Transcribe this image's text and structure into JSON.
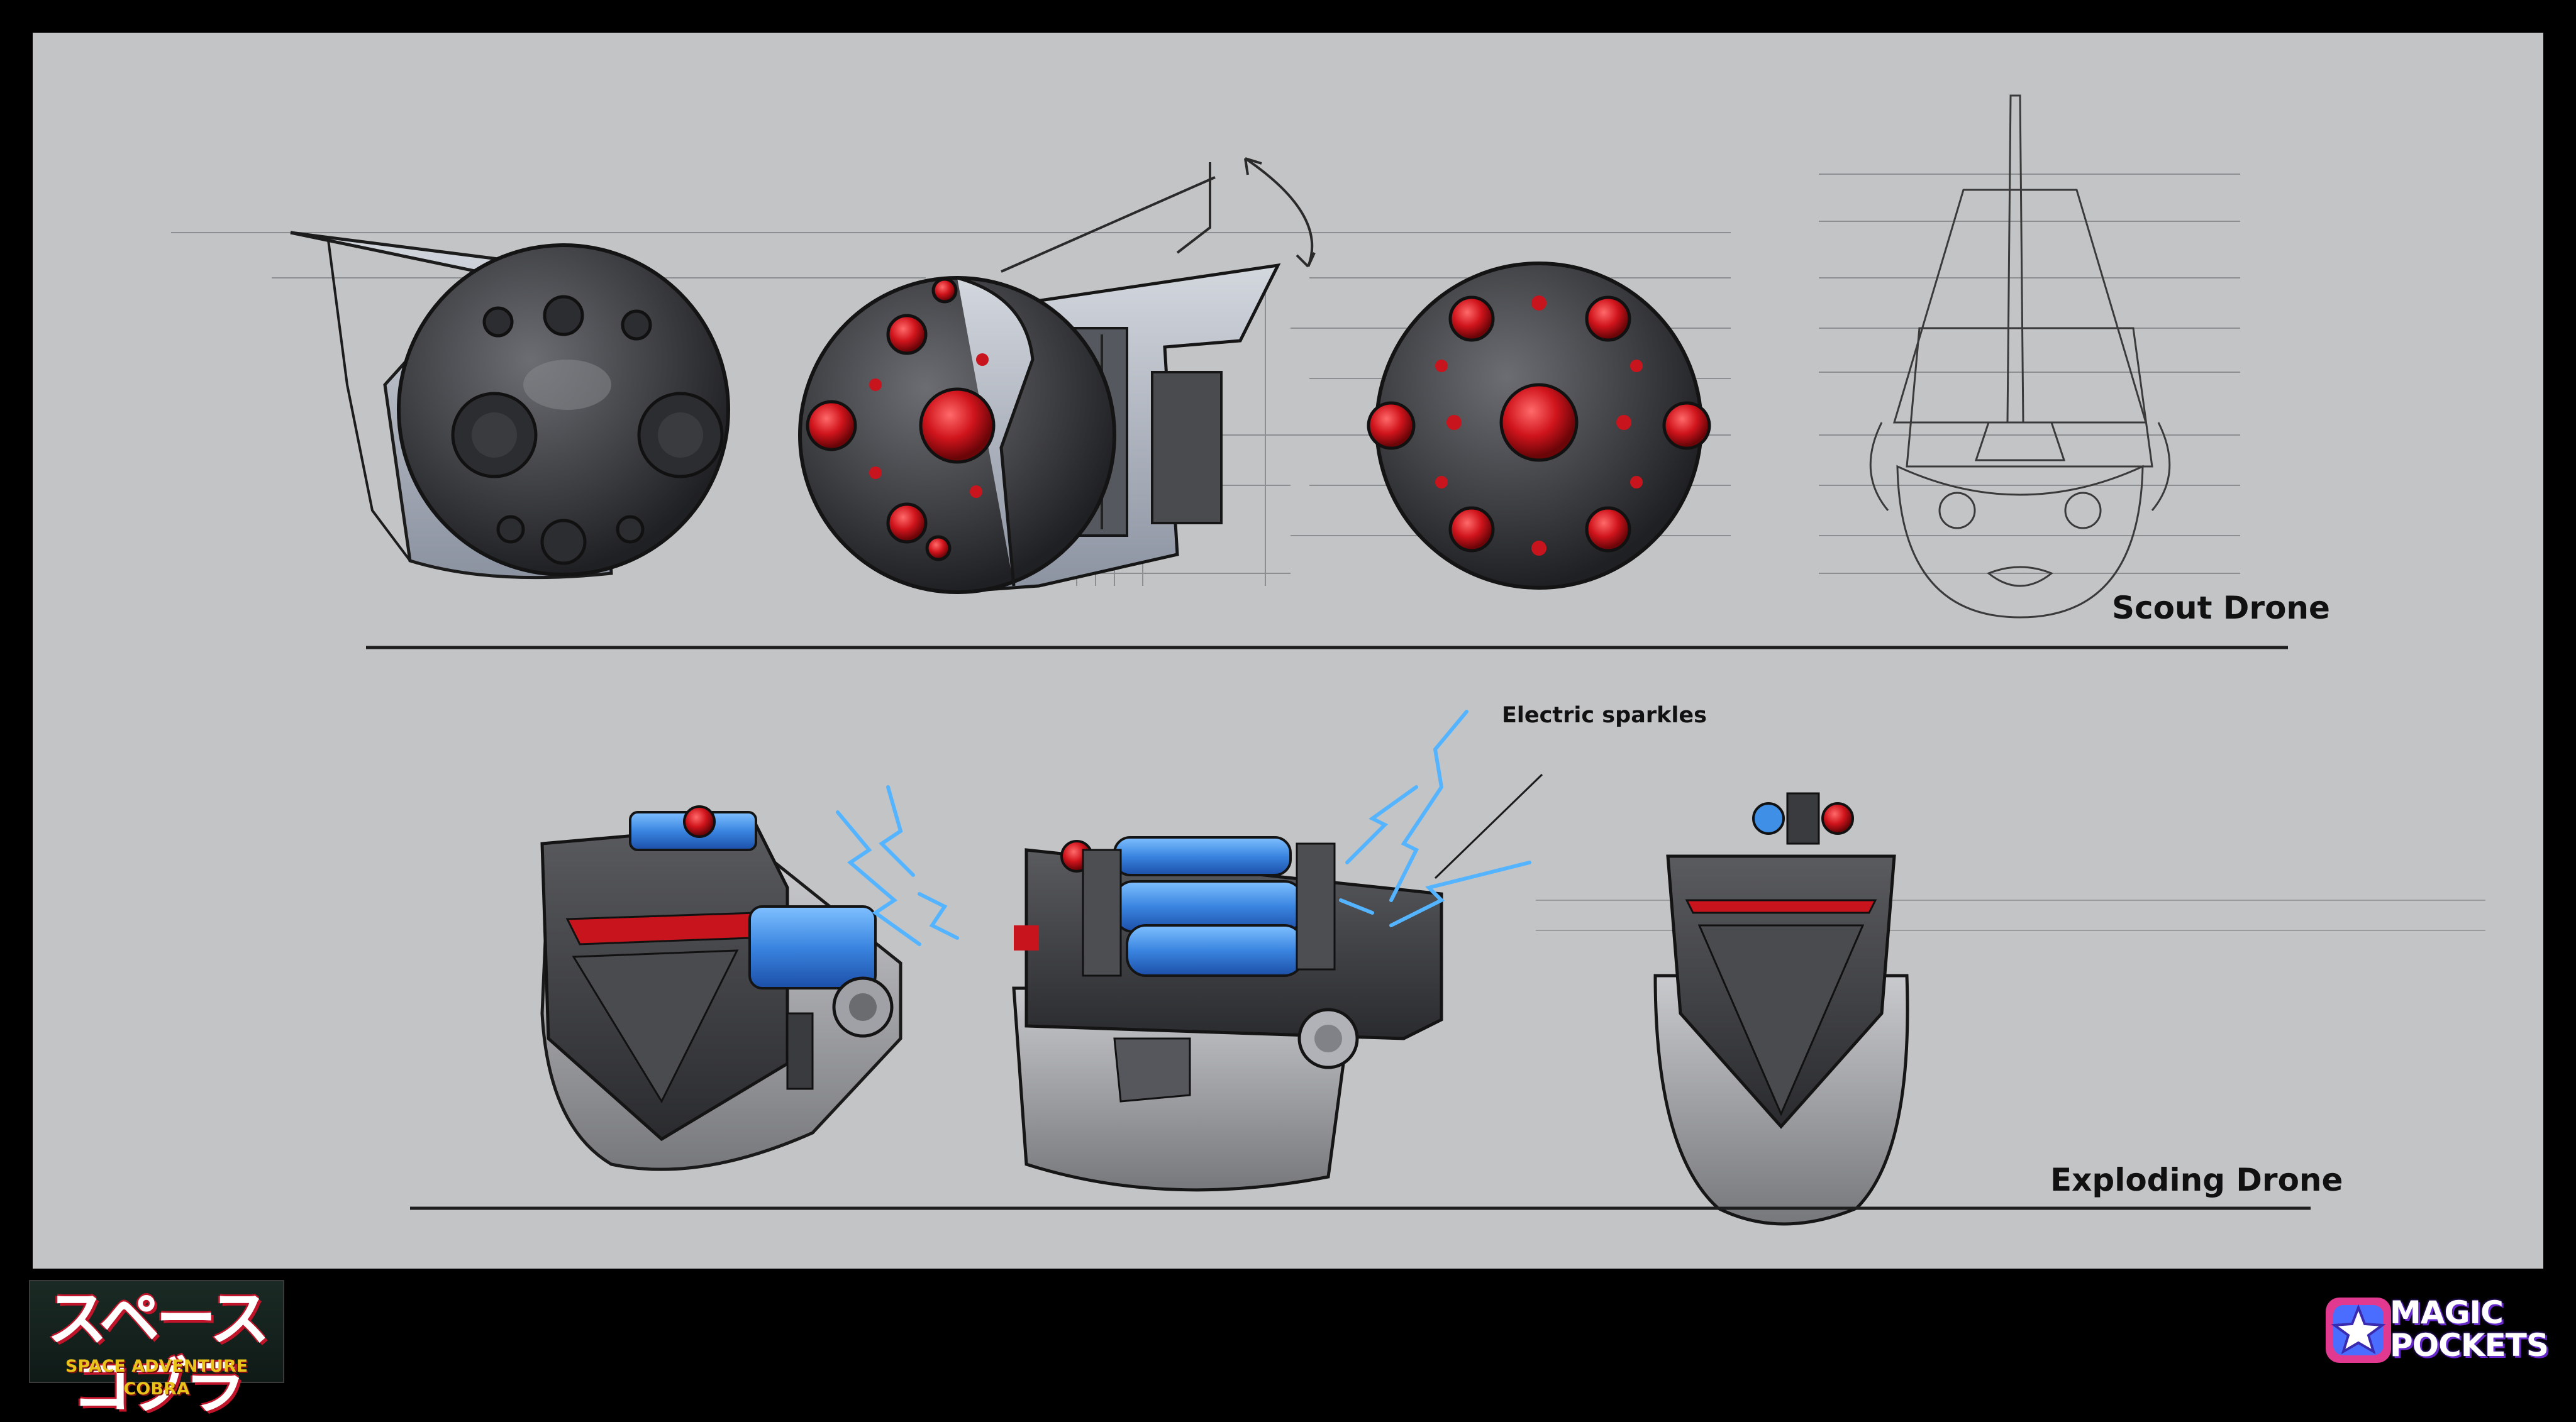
{
  "sheet": {
    "background": "#c3c4c6",
    "frame_color": "#000000"
  },
  "captions": {
    "scout_drone": "Scout Drone",
    "exploding_drone": "Exploding Drone",
    "electric_sparkles": "Electric sparkles"
  },
  "logos": {
    "cobra_japanese": "スペースコブラ",
    "cobra_english": "SPACE ADVENTURE COBRA",
    "magic_line1": "MAGIC",
    "magic_line2": "POCKETS"
  },
  "colors": {
    "drone_dark": "#3b3c40",
    "drone_light": "#b9bec8",
    "drone_red": "#c8141c",
    "battery_blue": "#3f8fe6",
    "spark_blue": "#55b4ff"
  }
}
